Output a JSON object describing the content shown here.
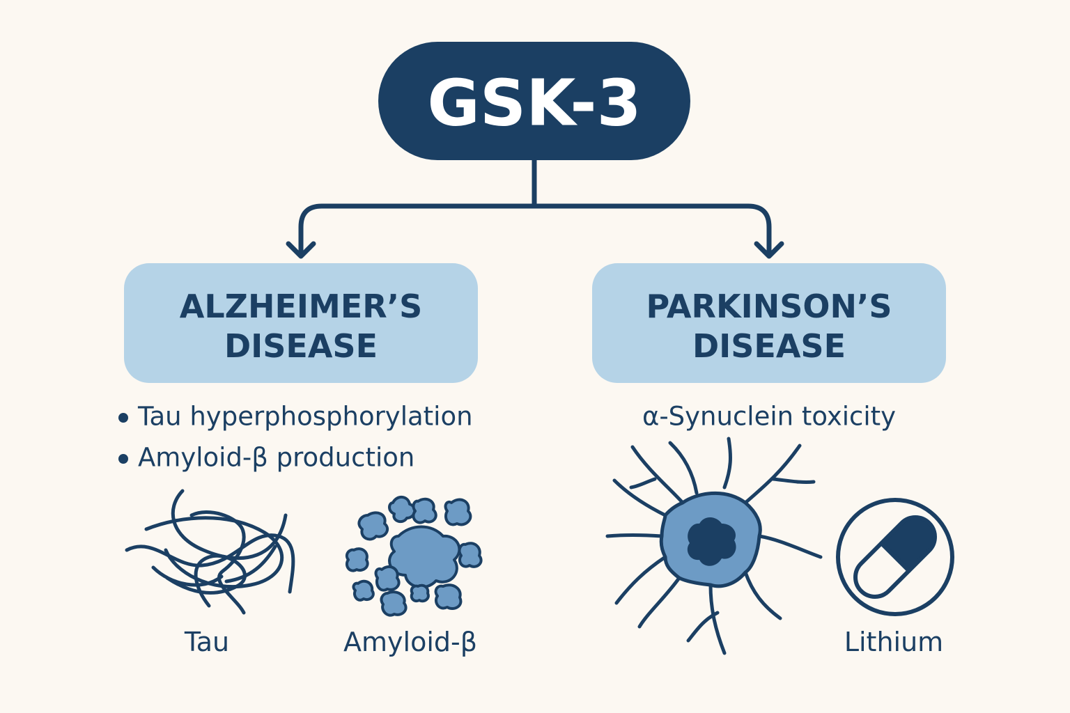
{
  "root": {
    "label": "GSK-3"
  },
  "left_branch": {
    "title_line1": "ALZHEIMER’S",
    "title_line2": "DISEASE",
    "bullets": [
      "Tau hyperphosphorylation",
      "Amyloid-β production"
    ],
    "icon_labels": {
      "tau": "Tau",
      "amyloid": "Amyloid-β"
    }
  },
  "right_branch": {
    "title_line1": "PARKINSON’S",
    "title_line2": "DISEASE",
    "subtitle": "α-Synuclein toxicity",
    "icon_labels": {
      "lithium": "Lithium"
    }
  },
  "colors": {
    "background": "#fcf8f2",
    "dark_navy": "#1b3f63",
    "light_blue_box": "#b5d3e7",
    "medium_blue_fill": "#6d9bc5"
  },
  "icons": {
    "tau": "tangled-fibrils-icon",
    "amyloid": "amyloid-clusters-icon",
    "neuron": "neuron-icon",
    "lithium": "capsule-icon"
  }
}
